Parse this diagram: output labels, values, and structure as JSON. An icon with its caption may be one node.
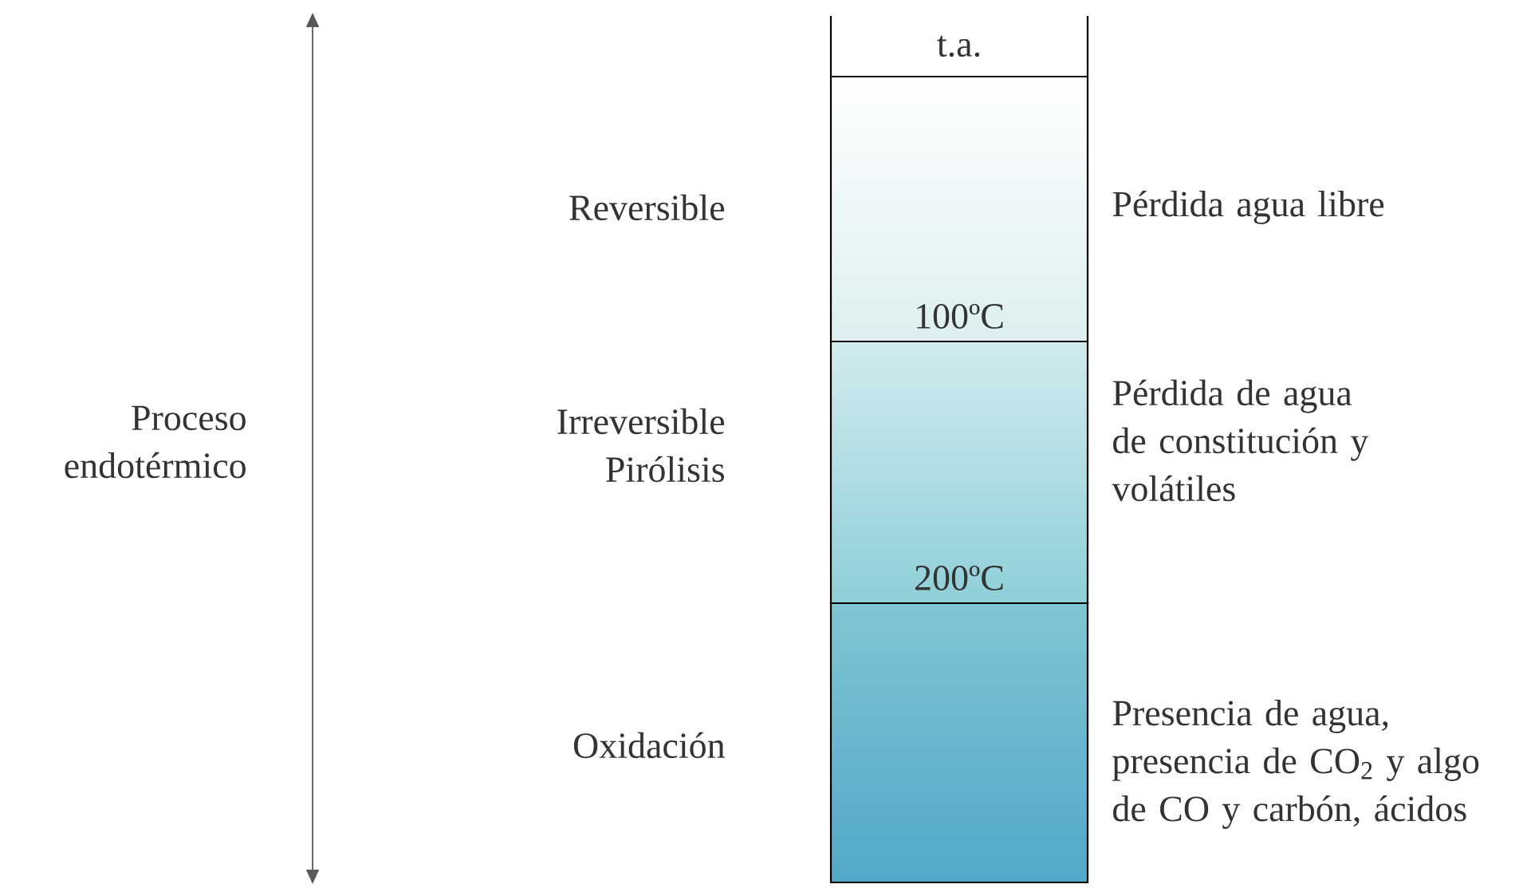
{
  "diagram": {
    "nodes": [
      {
        "text": [
          "t.a."
        ]
      },
      {
        "text": [
          "100ºC"
        ]
      },
      {
        "text": [
          "200ºC"
        ]
      },
      {
        "text": [],
        "shape": "box"
      }
    ],
    "labels": [
      "Reversible",
      "Pérdida agua libre",
      "Proceso endotérmico",
      "Irreversible Pirólisis",
      "Pérdida de agua de constitución y volátiles",
      "Oxidación",
      "Presencia de agua, presencia de CO$_{2}$ y algo de CO y carbón, ácidos"
    ]
  }
}
